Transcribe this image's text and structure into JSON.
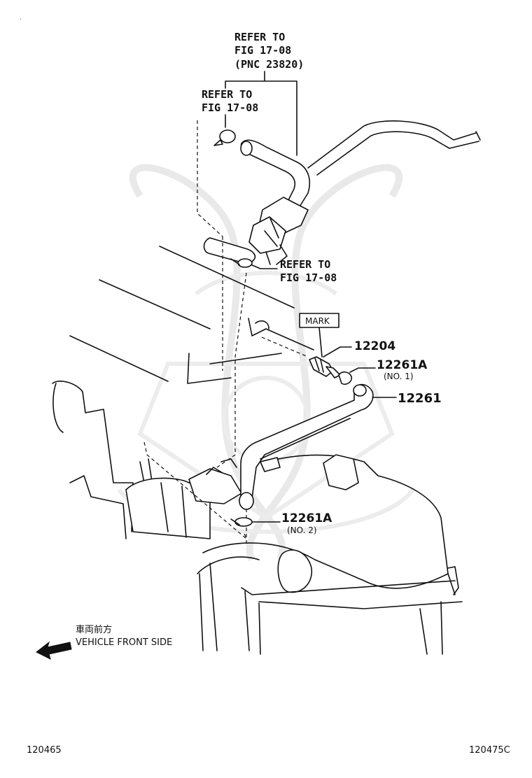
{
  "callouts": {
    "refer_top": [
      "REFER TO",
      "FIG 17-08",
      "(PNC 23820)"
    ],
    "refer_mid": [
      "REFER TO",
      "FIG 17-08"
    ],
    "refer_right": [
      "REFER TO",
      "FIG 17-08"
    ],
    "mark_label": "MARK"
  },
  "parts": {
    "p12204": "12204",
    "p12261A_1": "12261A",
    "p12261A_1_note": "(NO. 1)",
    "p12261": "12261",
    "p12261A_2": "12261A",
    "p12261A_2_note": "(NO. 2)"
  },
  "direction": {
    "jp": "車両前方",
    "en": "VEHICLE FRONT SIDE",
    "arrow_icon": "left-arrow-icon"
  },
  "footer": {
    "left_code": "120465",
    "right_code": "120475C"
  }
}
